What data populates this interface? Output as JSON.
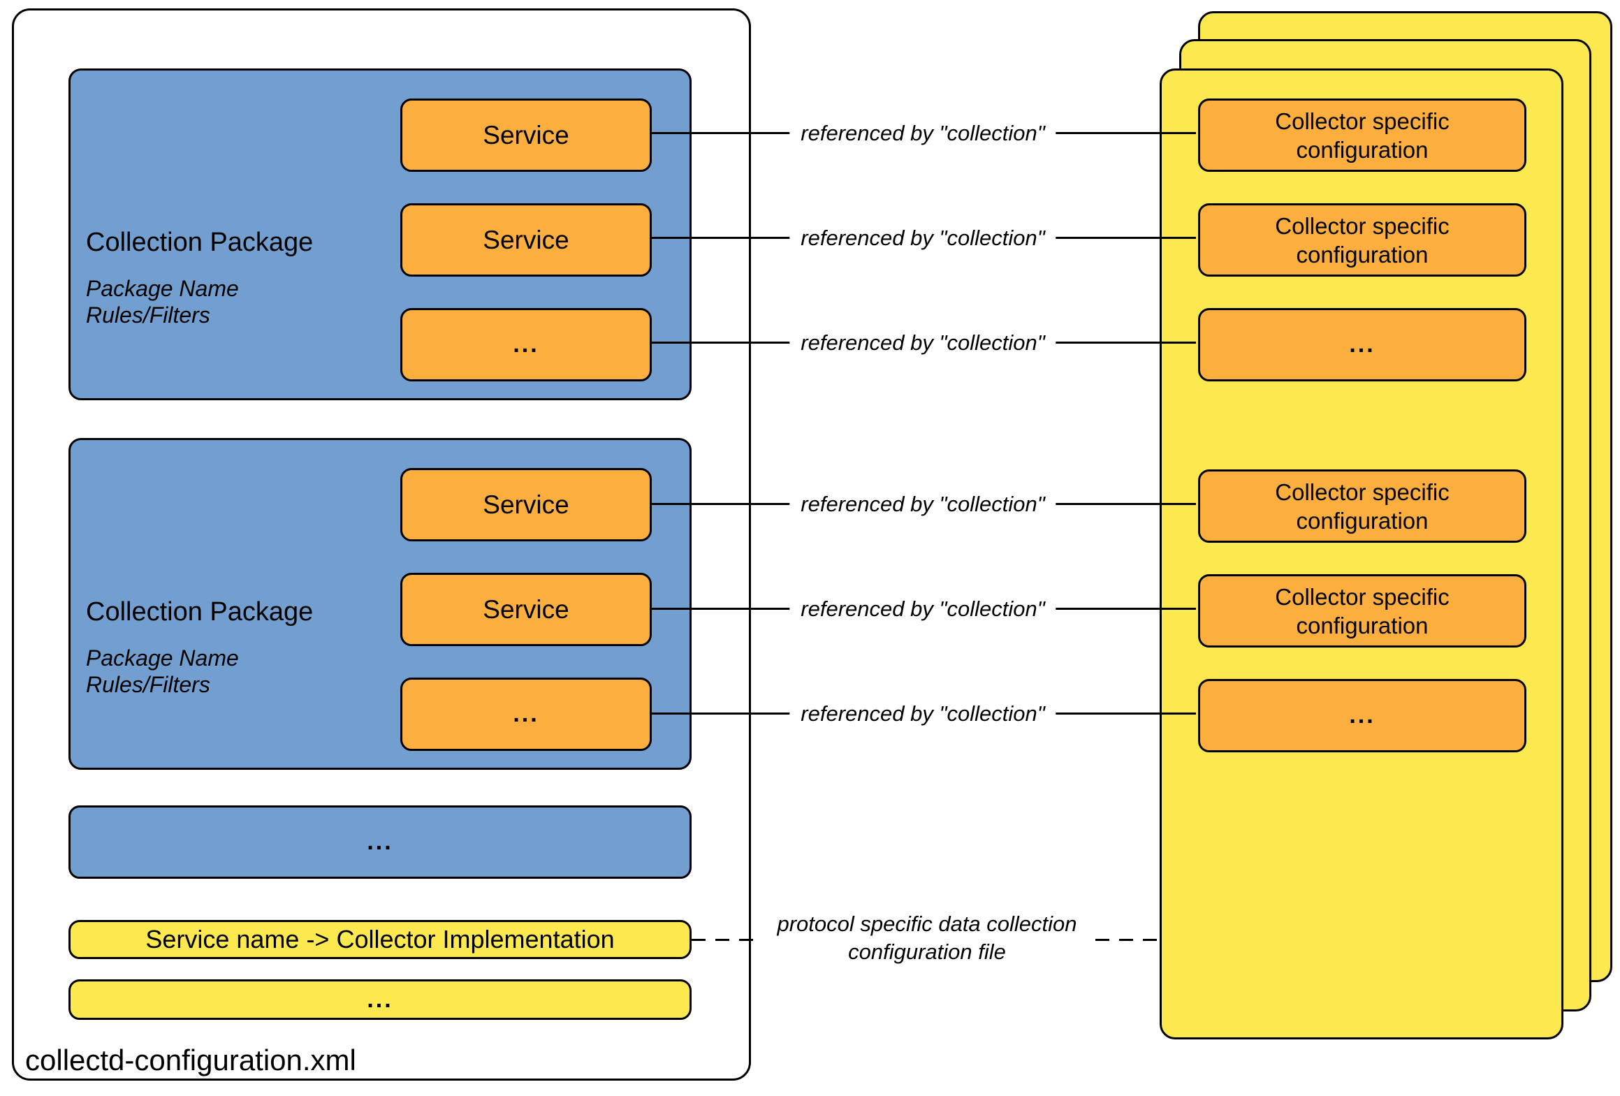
{
  "left_container": {
    "file_label": "collectd-configuration.xml",
    "packages": [
      {
        "title": "Collection Package",
        "meta": [
          "Package Name",
          "Rules/Filters"
        ],
        "services": [
          "Service",
          "Service",
          "..."
        ]
      },
      {
        "title": "Collection Package",
        "meta": [
          "Package Name",
          "Rules/Filters"
        ],
        "services": [
          "Service",
          "Service",
          "..."
        ]
      }
    ],
    "more_packages": "...",
    "mapping_box": "Service name -> Collector Implementation",
    "more_mappings": "..."
  },
  "right_stack": {
    "cards": [
      "Collector specific configuration",
      "Collector specific configuration",
      "...",
      "Collector specific configuration",
      "Collector specific configuration",
      "..."
    ]
  },
  "annotations": {
    "reference": "referenced by \"collection\"",
    "protocol_line1": "protocol specific data collection",
    "protocol_line2": "configuration file"
  },
  "colors": {
    "package_blue": "#729FCF",
    "service_orange": "#FCAF3E",
    "config_yellow": "#FCE94F",
    "line_black": "#000000",
    "background_white": "#FFFFFF"
  }
}
